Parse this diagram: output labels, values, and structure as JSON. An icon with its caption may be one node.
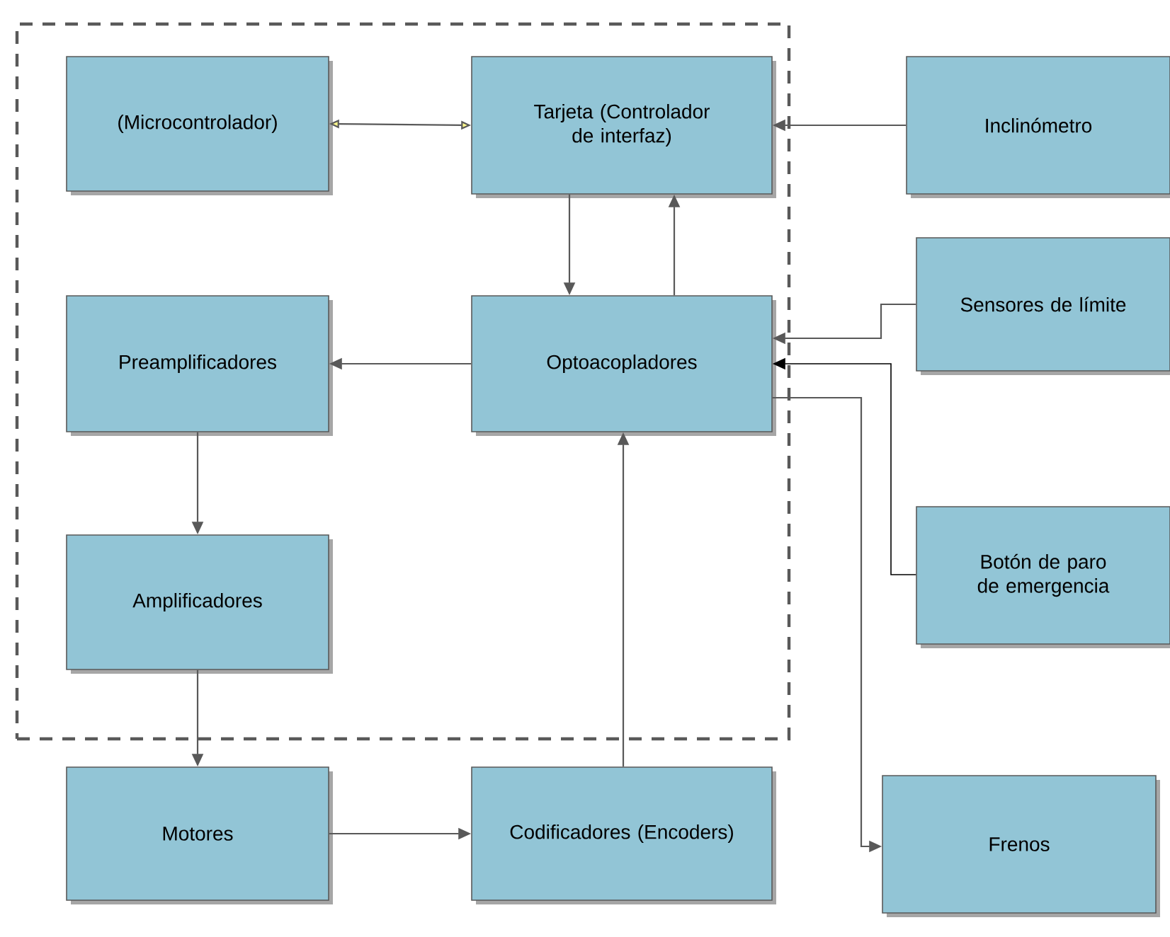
{
  "diagram": {
    "nodes": [
      {
        "text": [],
        "shape": "box"
      },
      {
        "text": [
          "(Microcontrolador)"
        ],
        "in": 0
      },
      {
        "text": [
          "Tarjeta (Controlador de interfaz)"
        ],
        "in": 0
      },
      {
        "text": [
          "Inclinómetro"
        ]
      },
      {
        "text": [
          "Preamplificadores"
        ],
        "in": 0
      },
      {
        "text": [
          "Optoacopladores"
        ],
        "in": 0
      },
      {
        "text": [
          "Sensores de límite"
        ]
      },
      {
        "text": [
          "Amplificadores"
        ],
        "in": 0
      },
      {
        "text": [
          "Botón de paro de emergencia"
        ]
      },
      {
        "text": [
          "Motores"
        ]
      },
      {
        "text": [
          "Codificadores (Encoders)"
        ]
      },
      {
        "text": [
          "Frenos"
        ]
      }
    ],
    "edges": [
      {
        "from": 1,
        "to": 2,
        "arrow": "both"
      },
      {
        "from": 3,
        "to": 2,
        "arrow": "to"
      },
      {
        "from": 2,
        "to": 5,
        "arrow": "to"
      },
      {
        "from": 5,
        "to": 2,
        "arrow": "to"
      },
      {
        "from": 5,
        "to": 4,
        "arrow": "to"
      },
      {
        "from": 4,
        "to": 7,
        "arrow": "to"
      },
      {
        "from": 7,
        "to": 9,
        "arrow": "to"
      },
      {
        "from": 9,
        "to": 10,
        "arrow": "to"
      },
      {
        "from": 10,
        "to": 5,
        "arrow": "to"
      },
      {
        "from": 6,
        "to": 5,
        "arrow": "to"
      },
      {
        "from": 8,
        "to": 5,
        "arrow": "to",
        "color": "#000000"
      },
      {
        "from": 5,
        "to": 11,
        "arrow": "to"
      }
    ]
  }
}
